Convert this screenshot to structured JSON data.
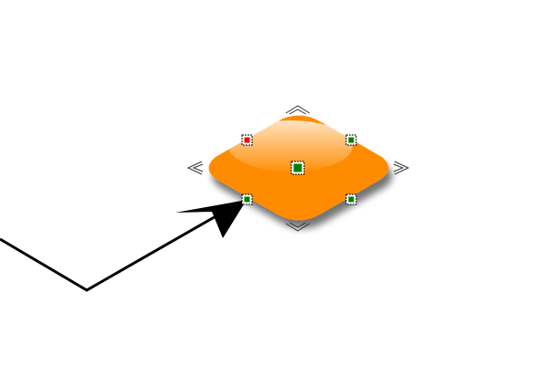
{
  "diagram": {
    "connector": {
      "kind": "polyline-arrow",
      "stroke_color": "#000000",
      "arrowhead": "filled-arrow"
    },
    "shape": {
      "kind": "rounded-diamond",
      "fill_color": "#ff8c00",
      "highlight_color": "#ffd9a8",
      "shadow": true,
      "selected": true
    },
    "selection": {
      "corner_handle_color": "#008000",
      "start_handle_color": "#ff0000",
      "center_handle_color": "#008000",
      "resize_arrow_icon": "chevron-icon"
    }
  }
}
